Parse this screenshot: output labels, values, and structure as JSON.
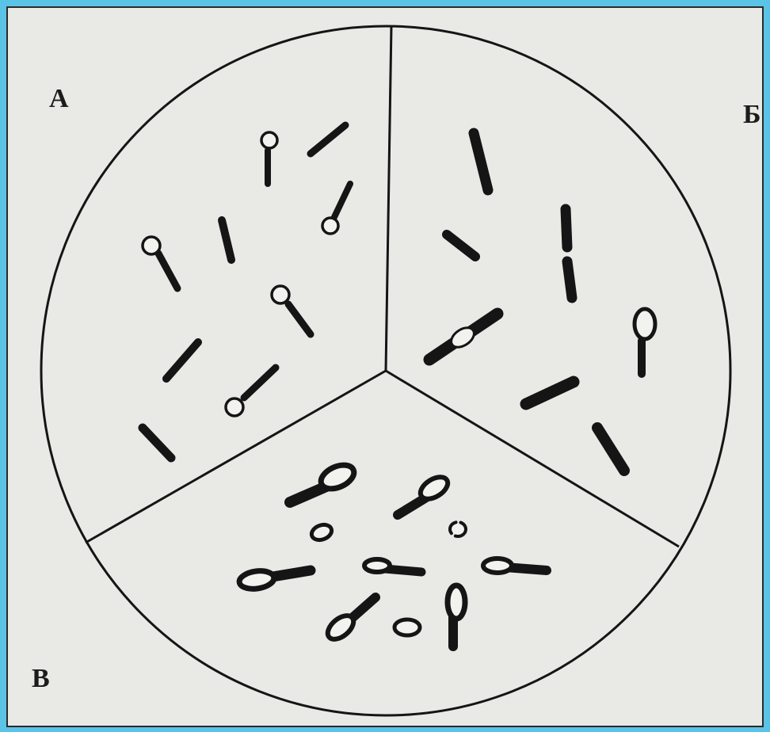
{
  "labels": {
    "a": "А",
    "b": "Б",
    "c": "В"
  },
  "colors": {
    "background_border": "#5bc3e6",
    "paper": "#e9e9e6",
    "ink": "#151515"
  }
}
